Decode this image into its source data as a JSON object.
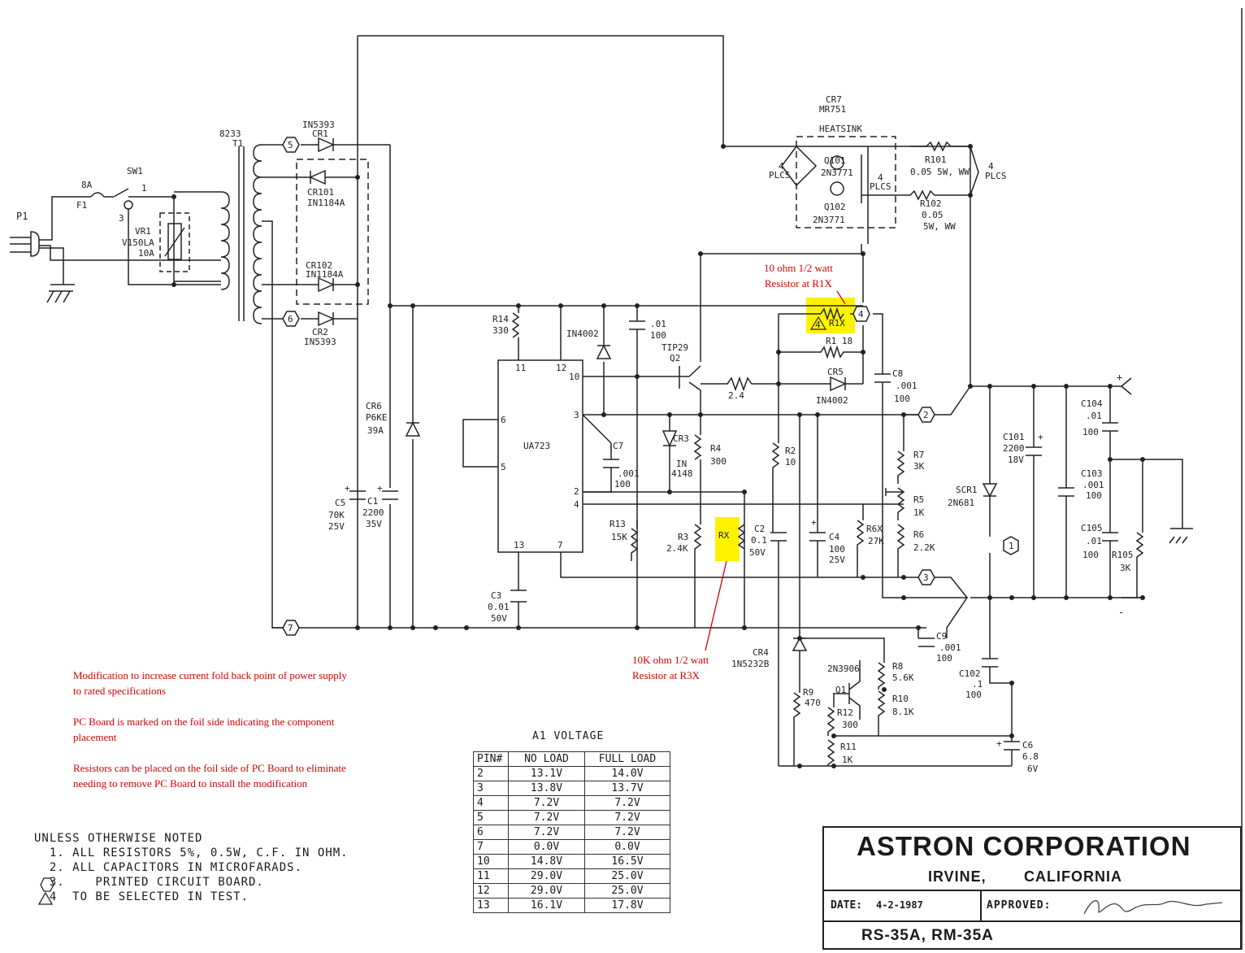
{
  "components": {
    "p1": "P1",
    "fuse_rating": "8A",
    "f1": "F1",
    "sw1": "SW1",
    "sw1_pin1": "1",
    "sw1_pin3": "3",
    "vr1": "VR1",
    "vr1_part": "V150LA",
    "vr1_rating": "10A",
    "t1_part": "8233",
    "t1": "T1",
    "cr1_part": "IN5393",
    "cr1": "CR1",
    "cr101": "CR101",
    "cr101_part": "IN1184A",
    "cr102": "CR102",
    "cr102_part": "IN1184A",
    "cr2": "CR2",
    "cr2_part": "IN5393",
    "cr6": "CR6",
    "cr6_part": "P6KE",
    "cr6_v": "39A",
    "c5": "C5",
    "c5_val": "70K",
    "c5_v": "25V",
    "c1": "C1",
    "c1_val": "2200",
    "c1_v": "35V",
    "r14": "R14",
    "r14_val": "330",
    "in4002_top": "IN4002",
    "c_01": ".01",
    "c_01_v": "100",
    "tip29": "TIP29",
    "q2": "Q2",
    "ua723": "UA723",
    "pin11": "11",
    "pin12": "12",
    "pin10": "10",
    "pin3": "3",
    "pin6": "6",
    "pin5": "5",
    "pin2": "2",
    "pin4": "4",
    "pin13": "13",
    "pin7": "7",
    "c7": "C7",
    "c7_val": ".001",
    "c7_v": "100",
    "cr3": "CR3",
    "cr3_part1": "IN",
    "cr3_part2": "4148",
    "r4": "R4",
    "r4_val": "300",
    "r13": "R13",
    "r13_val": "15K",
    "r3": "R3",
    "r3_val": "2.4K",
    "rx": "RX",
    "c2": "C2",
    "c2_val": "0.1",
    "c2_v": "50V",
    "c3": "C3",
    "c3_val": "0.01",
    "c3_v": "50V",
    "r_24": "2.4",
    "cr5": "CR5",
    "cr5_part": "IN4002",
    "r1": "R1  18",
    "r1x": "R1X",
    "r1x_num": "4",
    "c8": "C8",
    "c8_val": ".001",
    "c8_v": "100",
    "r2": "R2",
    "r2_val": "10",
    "c4": "C4",
    "c4_val": "100",
    "c4_v": "25V",
    "r6x": "R6X",
    "r6x_val": "27K",
    "r7": "R7",
    "r7_val": "3K",
    "r5": "R5",
    "r5_val": "1K",
    "r6": "R6",
    "r6_val": "2.2K",
    "cr7": "CR7",
    "cr7_part": "MR751",
    "heatsink": "HEATSINK",
    "q101": "Q101",
    "q101_part": "2N3771",
    "q102": "Q102",
    "q102_part": "2N3771",
    "plcs4": "4",
    "plcs": "PLCS",
    "r101": "R101",
    "r101_val": "0.05 5W, WW",
    "r102": "R102",
    "r102_val": "0.05",
    "r102_type": "5W, WW",
    "c104": "C104",
    "c104_val": ".01",
    "c104_v": "100",
    "c101": "C101",
    "c101_val": "2200",
    "c101_v": "18V",
    "c103": "C103",
    "c103_val": ".001",
    "c103_v": "100",
    "c105": "C105",
    "c105_val": ".01",
    "c105_v": "100",
    "r105": "R105",
    "r105_val": "3K",
    "scr1": "SCR1",
    "scr1_part": "2N681",
    "c102": "C102",
    "c102_val": ".1",
    "c102_v": "100",
    "c9": "C9",
    "c9_val": ".001",
    "c9_v": "100",
    "cr4": "CR4",
    "cr4_part": "1N5232B",
    "q1_part": "2N3906",
    "q1": "Q1",
    "r8": "R8",
    "r8_val": "5.6K",
    "r9": "R9",
    "r9_val": "470",
    "r10": "R10",
    "r10_val": "8.1K",
    "r12": "R12",
    "r12_val": "300",
    "r11": "R11",
    "r11_val": "1K",
    "c6": "C6",
    "c6_val": "6.8",
    "c6_v": "6V",
    "plus": "+",
    "minus": "-",
    "pcb5": "5",
    "pcb6": "6",
    "pcb7": "7",
    "pcb2": "2",
    "pcb3": "3",
    "pcb1": "1",
    "pcb4": "4"
  },
  "annotations": {
    "r1x_note_line1": "10 ohm 1/2 watt",
    "r1x_note_line2": "Resistor at R1X",
    "r3x_note_line1": "10K ohm 1/2 watt",
    "r3x_note_line2": "Resistor at R3X",
    "mod_line1": "Modification to increase current fold back point of power supply",
    "mod_line2": "to rated specifications",
    "pcb_line1": "PC Board is marked on the foil side indicating the component",
    "pcb_line2": "placement",
    "res_line1": "Resistors can be placed on the foil side of PC Board to eliminate",
    "res_line2": "needing to remove PC Board to install the modification"
  },
  "notes": {
    "header": "UNLESS OTHERWISE NOTED",
    "n1": "  1. ALL RESISTORS 5%, 0.5W, C.F. IN OHM.",
    "n2": "  2. ALL CAPACITORS IN MICROFARADS.",
    "n3": "  3.    PRINTED CIRCUIT BOARD.",
    "n4": "  4  TO BE SELECTED IN TEST."
  },
  "voltage_table": {
    "title": "A1 VOLTAGE",
    "headers": [
      "PIN#",
      "NO LOAD",
      "FULL LOAD"
    ],
    "rows": [
      [
        "2",
        "13.1V",
        "14.0V"
      ],
      [
        "3",
        "13.8V",
        "13.7V"
      ],
      [
        "4",
        "7.2V",
        "7.2V"
      ],
      [
        "5",
        "7.2V",
        "7.2V"
      ],
      [
        "6",
        "7.2V",
        "7.2V"
      ],
      [
        "7",
        "0.0V",
        "0.0V"
      ],
      [
        "10",
        "14.8V",
        "16.5V"
      ],
      [
        "11",
        "29.0V",
        "25.0V"
      ],
      [
        "12",
        "29.0V",
        "25.0V"
      ],
      [
        "13",
        "16.1V",
        "17.8V"
      ]
    ]
  },
  "title_block": {
    "company": "ASTRON CORPORATION",
    "city": "IRVINE,",
    "state": "CALIFORNIA",
    "date_label": "DATE:",
    "date": "4-2-1987",
    "approved_label": "APPROVED:",
    "model": "RS-35A, RM-35A"
  },
  "colors": {
    "highlight": "#fff200",
    "annotation": "#d40000",
    "ink": "#222222"
  }
}
